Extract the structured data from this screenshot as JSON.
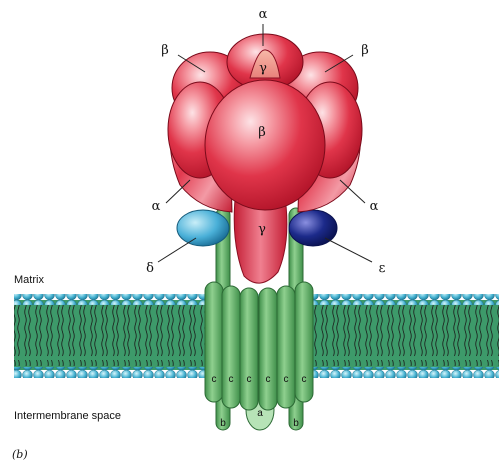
{
  "regions": {
    "matrix": "Matrix",
    "intermembrane": "Intermembrane space"
  },
  "panel_label": "(b)",
  "subunits": {
    "alpha": "α",
    "beta": "β",
    "gamma": "γ",
    "delta": "δ",
    "epsilon": "ε",
    "a": "a",
    "b": "b",
    "c": "c"
  }
}
